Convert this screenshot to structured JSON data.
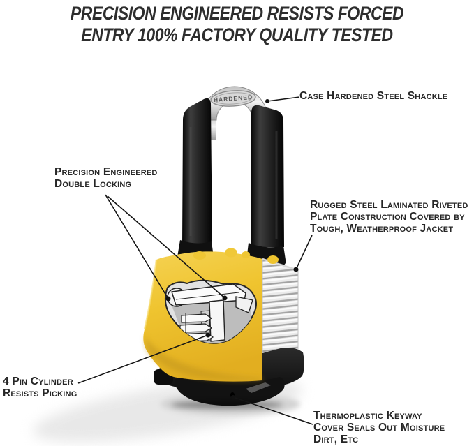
{
  "header": {
    "line1": "PRECISION ENGINEERED RESISTS FORCED",
    "line2": "ENTRY 100% FACTORY QUALITY TESTED"
  },
  "callouts": {
    "shackle": {
      "lines": [
        "Case Hardened Steel Shackle"
      ]
    },
    "double_locking": {
      "lines": [
        "Precision Engineered",
        "Double Locking"
      ]
    },
    "laminated": {
      "lines": [
        "Rugged Steel Laminated Riveted",
        "Plate Construction Covered by",
        "Tough, Weatherproof Jacket"
      ]
    },
    "cylinder": {
      "lines": [
        "4 Pin Cylinder",
        "Resists Picking"
      ]
    },
    "keyway": {
      "lines": [
        "Thermoplastic Keyway",
        "Cover Seals Out Moisture",
        "Dirt, Etc"
      ]
    }
  },
  "lock": {
    "stamp": "HARDENED"
  },
  "colors": {
    "body_yellow": "#EFC42F",
    "body_yellow_dark": "#D9A81E",
    "laminated_steel": "#E9E9E9",
    "rubber_black": "#141414",
    "chrome": "#E6E6E6",
    "text": "#262626",
    "background": "#FFFFFF"
  }
}
